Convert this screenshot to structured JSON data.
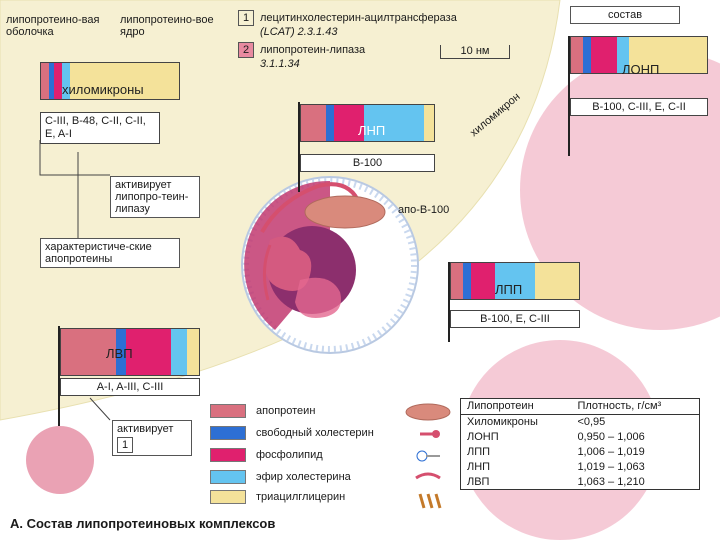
{
  "colors": {
    "apoprotein": "#d9707f",
    "free_cholesterol": "#2d6fd4",
    "phospholipid": "#e0206e",
    "cholesterol_ester": "#64c4f0",
    "triacylglycerol": "#f4e29a",
    "background_yellow": "#f6f0d2",
    "particle_pink": "#f2b8c8"
  },
  "top_left": {
    "shell_label": "липопротеино-вая оболочка",
    "core_label": "липопротеино-вое ядро"
  },
  "enzymes": [
    {
      "num": "1",
      "name": "лецитинхолестерин-ацилтрансфераза",
      "code": "(LCAT) 2.3.1.43"
    },
    {
      "num": "2",
      "name": "липопротеин-липаза",
      "code": "3.1.1.34"
    }
  ],
  "scale_label": "10 нм",
  "composition_label": "состав",
  "particles": {
    "chylomicrons": {
      "name": "хиломикроны",
      "apos": "C-III, B-48, C-II, C-II, E, A-I"
    },
    "ldl": {
      "name": "ЛНП",
      "apos": "B-100"
    },
    "vldl": {
      "name": "ЛОНП",
      "apos": "B-100, C-III, E, C-II"
    },
    "idl": {
      "name": "ЛПП",
      "apos": "B-100, E, C-III"
    },
    "hdl": {
      "name": "ЛВП",
      "apos": "A-I, A-III, C-III"
    }
  },
  "annotations": {
    "activates_lpl": "активирует липопро-теин-липазу",
    "characteristic_apos": "характеристиче-ские апопротеины",
    "apo_b100": "апо-B-100",
    "chylomicron_curve": "хиломикрон",
    "activates": "активирует",
    "activates_num": "1"
  },
  "legend": [
    {
      "label": "апопротеин",
      "color_key": "apoprotein"
    },
    {
      "label": "свободный холестерин",
      "color_key": "free_cholesterol"
    },
    {
      "label": "фосфолипид",
      "color_key": "phospholipid"
    },
    {
      "label": "эфир холестерина",
      "color_key": "cholesterol_ester"
    },
    {
      "label": "триацилглицерин",
      "color_key": "triacylglycerol"
    }
  ],
  "density_table": {
    "headers": [
      "Липопротеин",
      "Плотность, г/см³"
    ],
    "rows": [
      [
        "Хиломикроны",
        "<0,95"
      ],
      [
        "ЛОНП",
        "0,950 – 1,006"
      ],
      [
        "ЛПП",
        "1,006 – 1,019"
      ],
      [
        "ЛНП",
        "1,019 – 1,063"
      ],
      [
        "ЛВП",
        "1,063 – 1,210"
      ]
    ]
  },
  "caption": "А. Состав липопротеиновых комплексов"
}
